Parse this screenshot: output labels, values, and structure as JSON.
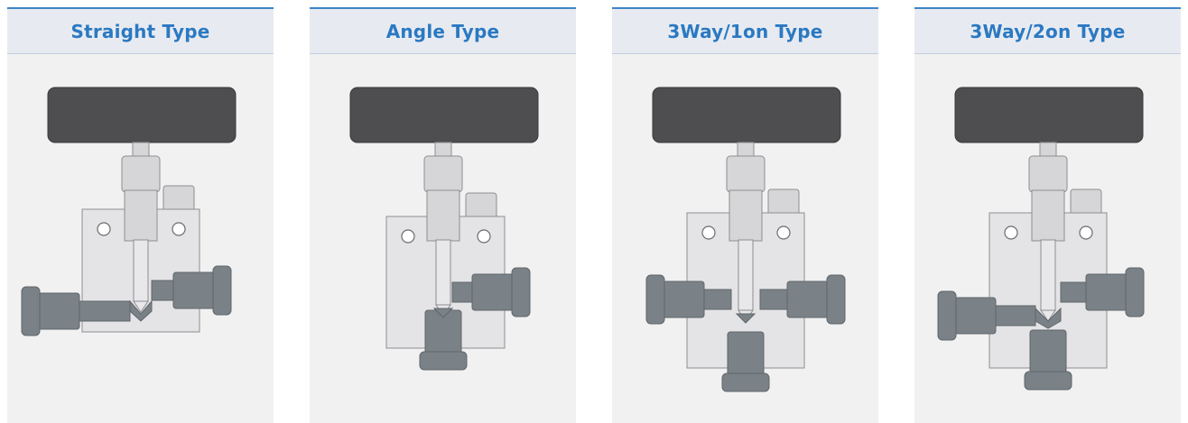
{
  "cards": [
    {
      "title": "Straight Type",
      "variant": "straight",
      "ports": [
        "left",
        "right"
      ]
    },
    {
      "title": "Angle Type",
      "variant": "angle",
      "ports": [
        "right",
        "bottom"
      ]
    },
    {
      "title": "3Way/1on Type",
      "variant": "3way-1on",
      "ports": [
        "left",
        "right",
        "bottom"
      ]
    },
    {
      "title": "3Way/2on Type",
      "variant": "3way-2on",
      "ports": [
        "left",
        "right",
        "bottom"
      ]
    }
  ],
  "colors": {
    "title_text": "#2b79c2",
    "header_bg": "#e7ebf1",
    "header_rule": "#3f86c8",
    "card_bg": "#f1f1f1",
    "handle": "#4e4e50",
    "stem": "#d6d6d8",
    "body_plate": "#e4e4e6",
    "port_fitting": "#7b8287",
    "outline": "#8e8e92"
  },
  "icons": {
    "handle": "handle-knob-icon",
    "hole": "mounting-hole-icon",
    "fitting": "port-fitting-icon",
    "needle": "needle-tip-icon"
  }
}
